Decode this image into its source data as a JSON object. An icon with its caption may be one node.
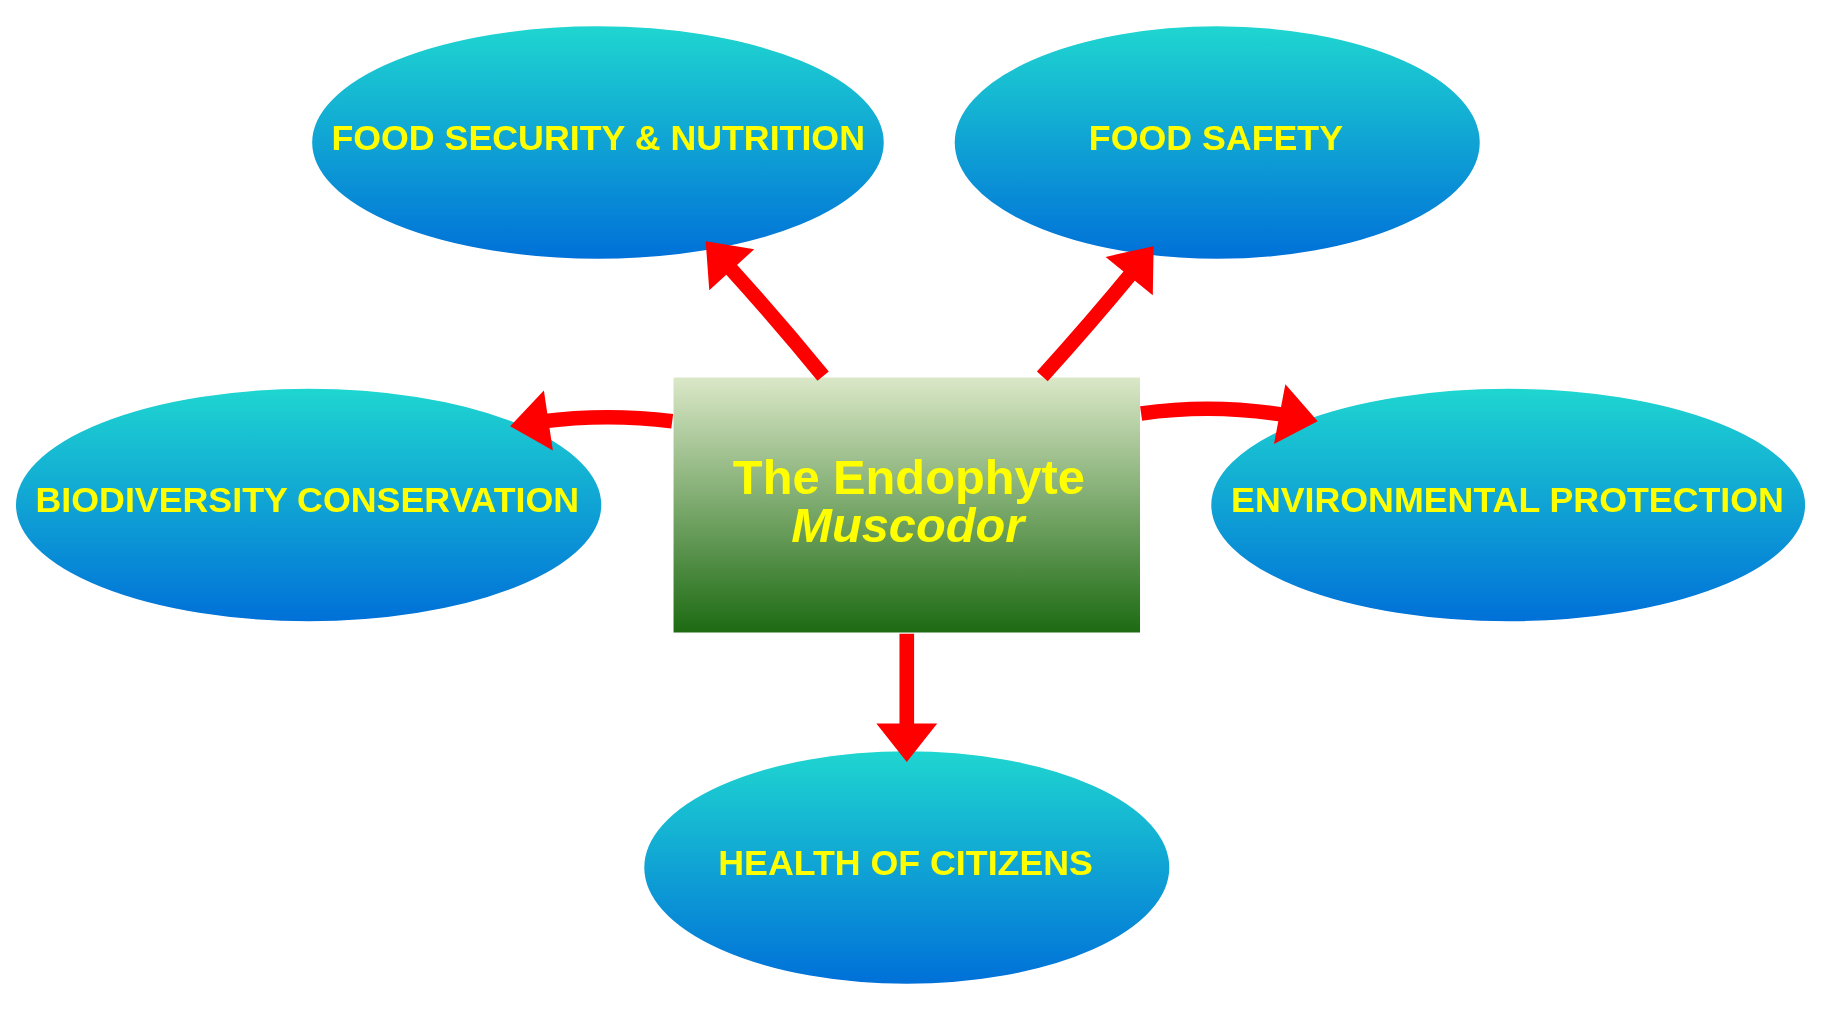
{
  "diagram": {
    "nodes": [
      {
        "text": [
          "The Endophyte",
          "Muscodor"
        ]
      },
      {
        "text": [
          "FOOD SECURITY & NUTRITION"
        ]
      },
      {
        "text": [
          "FOOD SAFETY"
        ]
      },
      {
        "text": [
          "BIODIVERSITY CONSERVATION"
        ]
      },
      {
        "text": [
          "ENVIRONMENTAL PROTECTION"
        ]
      },
      {
        "text": [
          "HEALTH OF CITIZENS"
        ]
      }
    ],
    "edges": [
      {
        "from": 0,
        "to": 1,
        "arrow": "to"
      },
      {
        "from": 0,
        "to": 2,
        "arrow": "to"
      },
      {
        "from": 0,
        "to": 3,
        "arrow": "to"
      },
      {
        "from": 0,
        "to": 4,
        "arrow": "to"
      },
      {
        "from": 0,
        "to": 5,
        "arrow": "to"
      }
    ]
  }
}
